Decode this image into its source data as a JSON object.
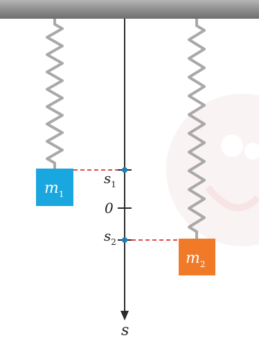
{
  "axis": {
    "label": "s",
    "zero_label": "0"
  },
  "points": [
    {
      "id": "s1",
      "main": "s",
      "sub": "1"
    },
    {
      "id": "s2",
      "main": "s",
      "sub": "2"
    }
  ],
  "masses": [
    {
      "id": "m1",
      "main": "m",
      "sub": "1",
      "color": "#1aa7df"
    },
    {
      "id": "m2",
      "main": "m",
      "sub": "2",
      "color": "#f07a27"
    }
  ],
  "colors": {
    "ceiling": "#8a8a8a",
    "axis": "#2b2b2b",
    "spring": "#a9a9a9",
    "dashed_line": "#e0474c",
    "point_marker": "#1b7fb8",
    "mass_label": "#ffffff",
    "watermark": "#f4e3e3"
  }
}
